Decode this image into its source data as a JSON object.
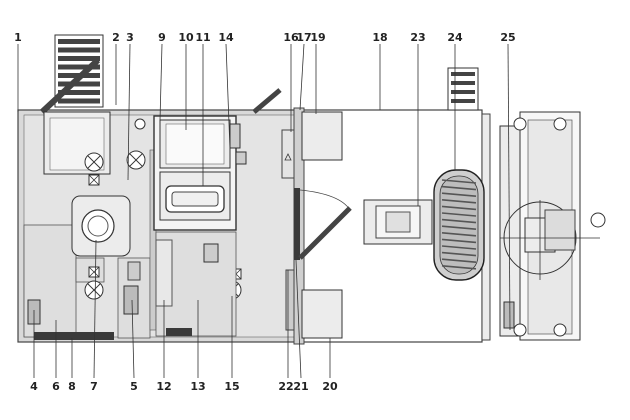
{
  "callouts_top": [
    "1",
    "2",
    "3",
    "9",
    "10",
    "11",
    "14",
    "16",
    "17",
    "19",
    "18",
    "23",
    "24",
    "25"
  ],
  "callouts_bottom": [
    "4",
    "6",
    "8",
    "7",
    "5",
    "12",
    "13",
    "15",
    "22",
    "21",
    "20"
  ]
}
